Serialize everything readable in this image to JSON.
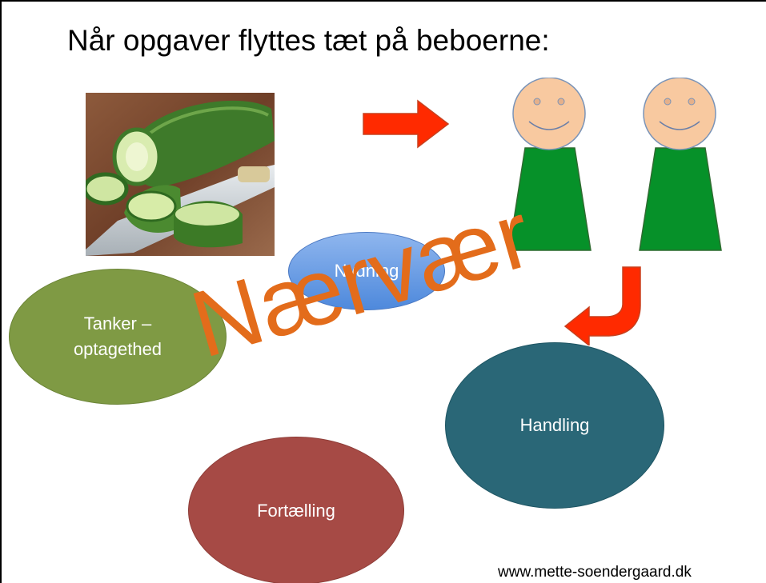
{
  "slide": {
    "title": "Når opgaver flyttes tæt på beboerne:",
    "photo_description_icon": "cucumber-photo",
    "ellipses": {
      "nydning": "Nydning",
      "tanker_line1": "Tanker –",
      "tanker_line2": "optagethed",
      "handling": "Handling",
      "fortaelling": "Fortælling"
    },
    "overlay_word": "Nærvær",
    "footer": "www.mette-soendergaard.dk"
  },
  "colors": {
    "arrow_red": "#ff2a00",
    "face": "#f8c9a0",
    "body_green": "#069129",
    "nydning_blue": "#5b93e0",
    "tanker_green": "#7f9a44",
    "handling_teal": "#2a6777",
    "fortaelling_red": "#a64a45",
    "naervaer_orange": "#e36c1b"
  }
}
